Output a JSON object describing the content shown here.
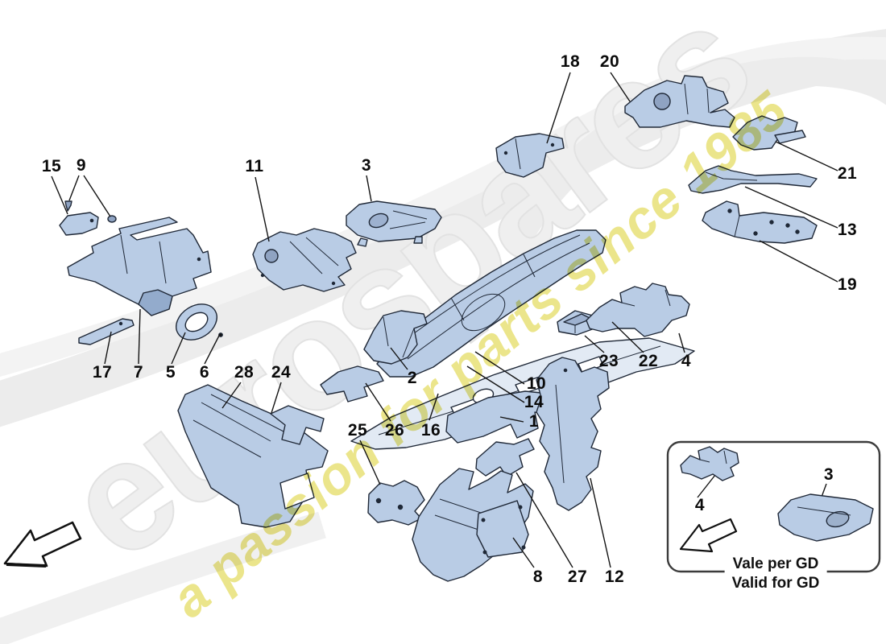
{
  "watermark": {
    "brand": "eurospares",
    "tagline": "a passion for parts since 1985"
  },
  "inset": {
    "caption_line1": "Vale per GD",
    "caption_line2": "Valid for GD"
  },
  "callouts": [
    {
      "label": "15"
    },
    {
      "label": "9"
    },
    {
      "label": "11"
    },
    {
      "label": "3"
    },
    {
      "label": "18"
    },
    {
      "label": "20"
    },
    {
      "label": "21"
    },
    {
      "label": "13"
    },
    {
      "label": "19"
    },
    {
      "label": "17"
    },
    {
      "label": "7"
    },
    {
      "label": "5"
    },
    {
      "label": "6"
    },
    {
      "label": "28"
    },
    {
      "label": "24"
    },
    {
      "label": "2"
    },
    {
      "label": "10"
    },
    {
      "label": "14"
    },
    {
      "label": "23"
    },
    {
      "label": "22"
    },
    {
      "label": "4"
    },
    {
      "label": "25"
    },
    {
      "label": "26"
    },
    {
      "label": "16"
    },
    {
      "label": "1"
    },
    {
      "label": "8"
    },
    {
      "label": "27"
    },
    {
      "label": "12"
    },
    {
      "label": "4"
    },
    {
      "label": "3"
    }
  ],
  "colors": {
    "part_fill": "#b9cce5",
    "part_shade": "#93abcc",
    "outline": "#1f2837",
    "watermark_yellow": "#e6de6a",
    "watermark_gray": "#ededed"
  }
}
